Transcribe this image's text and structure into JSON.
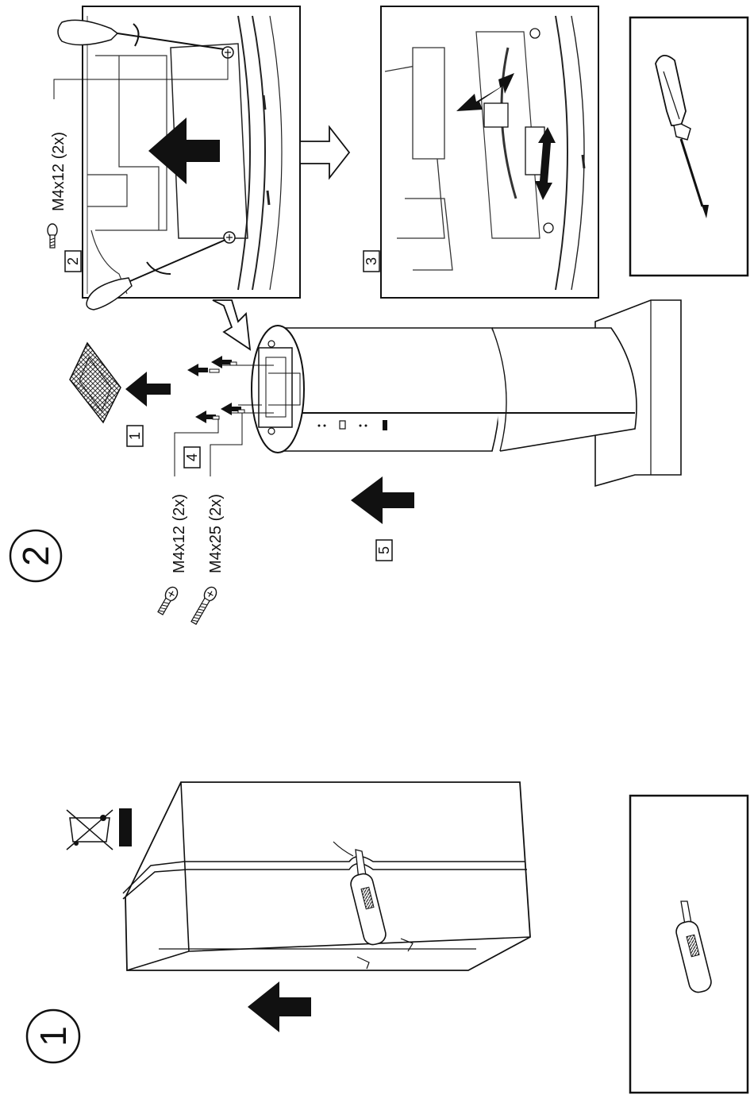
{
  "steps": {
    "step1": "1",
    "step2": "2"
  },
  "substeps": {
    "remove_filter": "1",
    "remove_panel": "2",
    "disconnect_cable": "3",
    "remove_screws": "4",
    "remove_hood": "5"
  },
  "screws": {
    "panel": "M4x12 (2x)",
    "short": "M4x12 (2x)",
    "long": "M4x25 (2x)"
  },
  "tools": {
    "top": "screwdriver-icon",
    "bottom": "utility-knife-icon"
  },
  "colors": {
    "ink": "#111111",
    "background": "#ffffff"
  }
}
